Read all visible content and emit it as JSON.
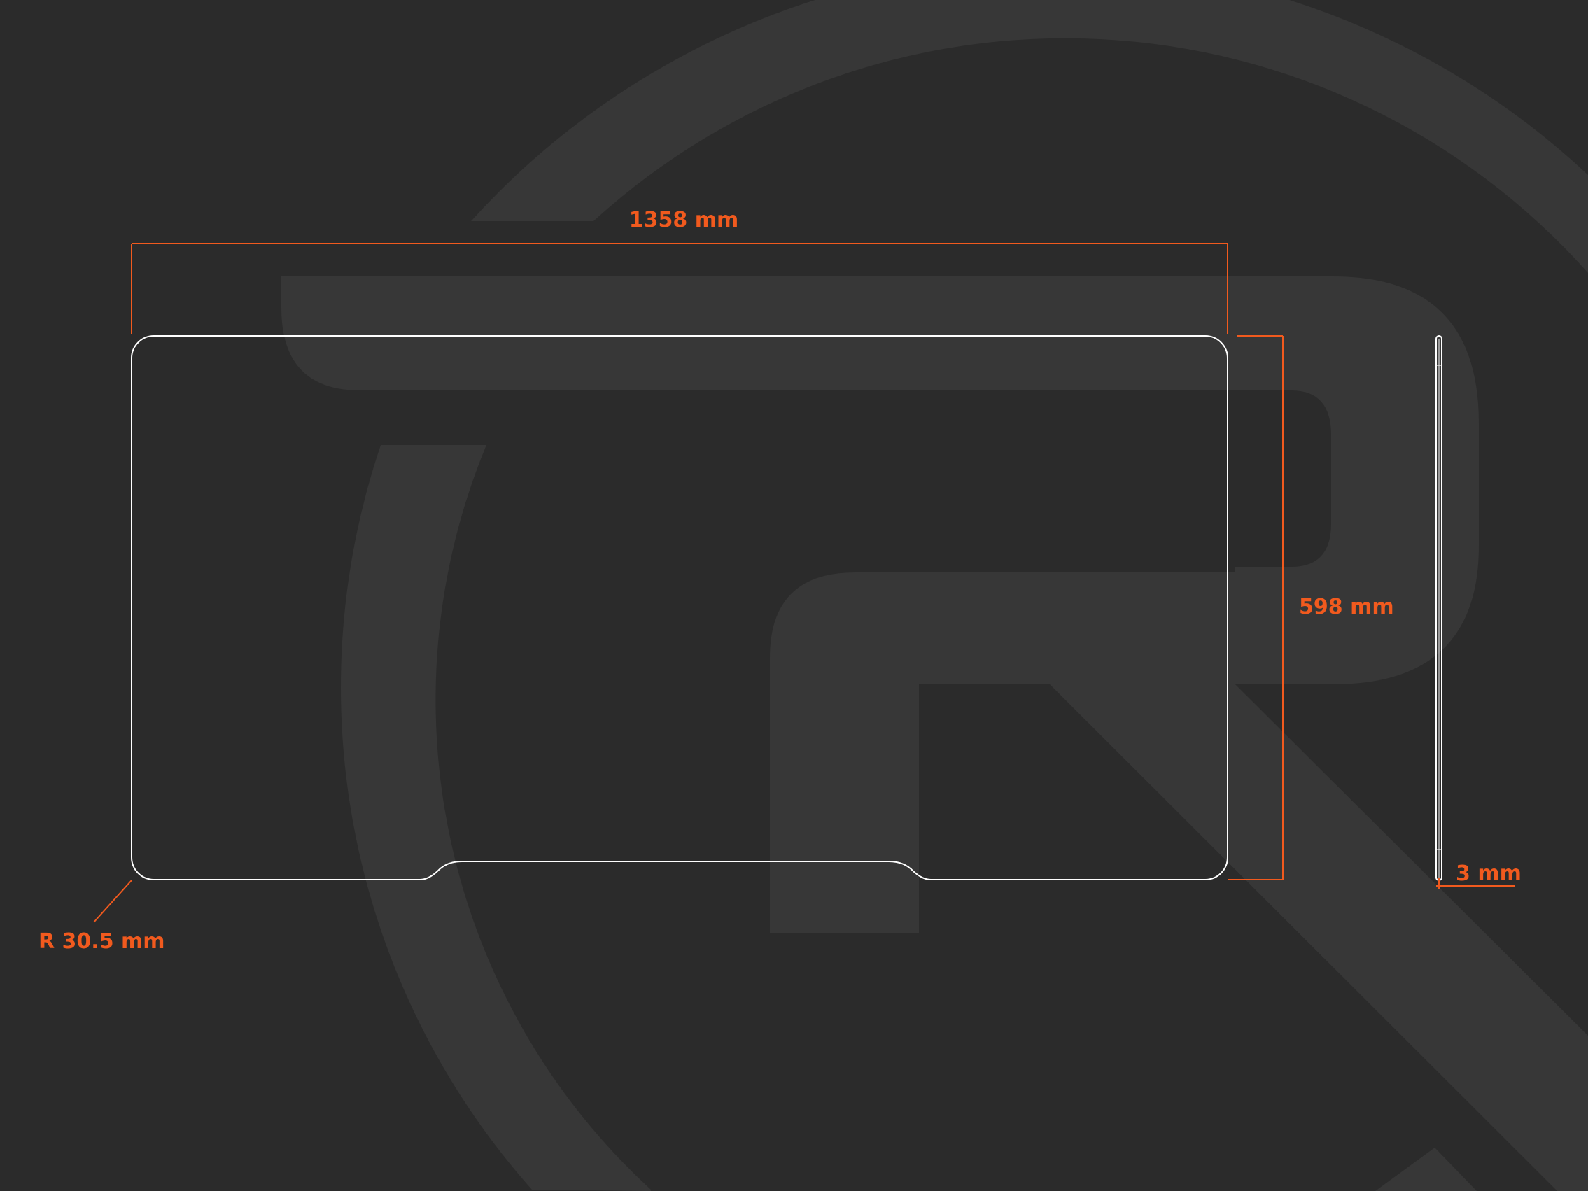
{
  "colors": {
    "background": "#2b2b2b",
    "watermark": "#373737",
    "outline": "#ffffff",
    "dimension": "#f15a1e"
  },
  "icons": {
    "watermark": "brand-logo-watermark"
  },
  "dimensions": {
    "width_label": "1358 mm",
    "height_label": "598 mm",
    "corner_radius_label": "R 30.5 mm",
    "thickness_label": "3 mm"
  }
}
